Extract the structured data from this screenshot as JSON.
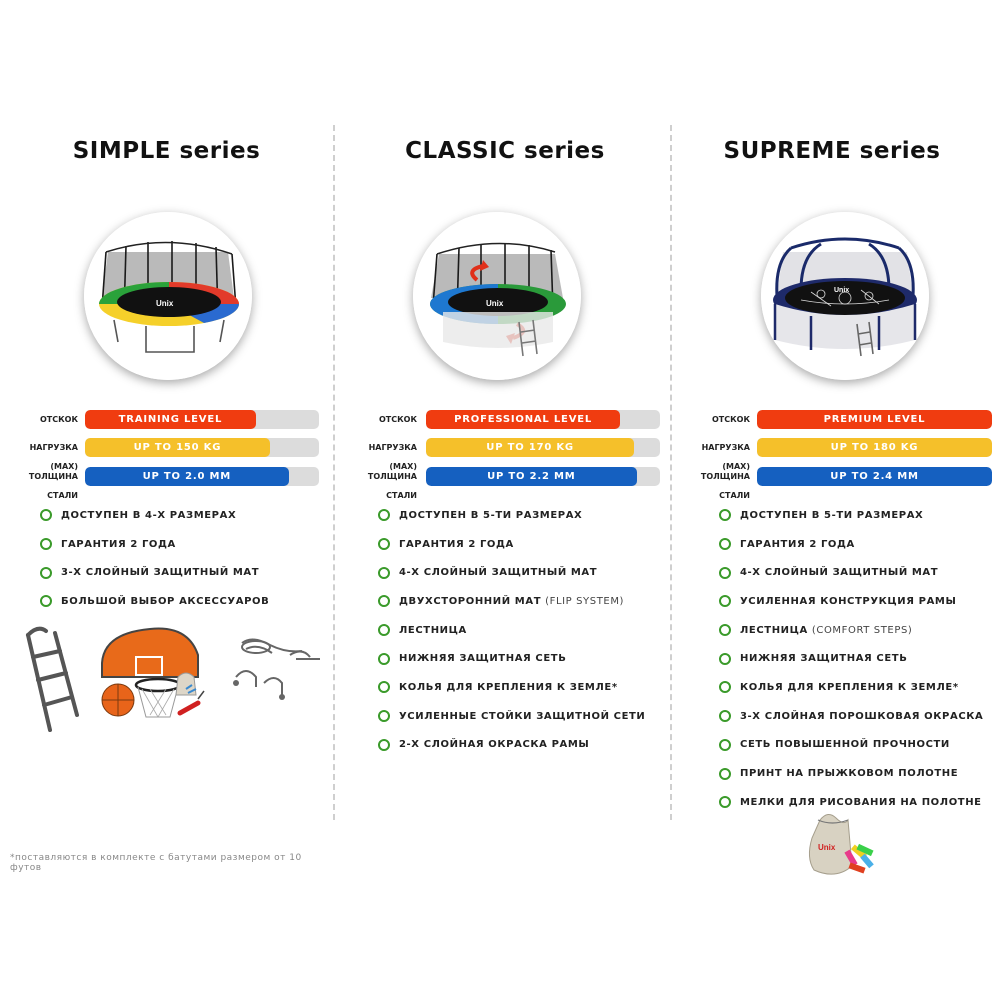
{
  "series": [
    {
      "title": "SIMPLE  series",
      "bars": [
        {
          "label": "ОТСКОК",
          "value": "TRAINING  LEVEL",
          "color": "#f03c10",
          "fill": 0.73
        },
        {
          "label": "НАГРУЗКА (MAX)",
          "value": "UP  TO  150 KG",
          "color": "#f5c02a",
          "fill": 0.79
        },
        {
          "label": "ТОЛЩИНА СТАЛИ",
          "value": "UP  TO  2.0  MM",
          "color": "#1560c0",
          "fill": 0.87
        }
      ],
      "features": [
        {
          "text": "ДОСТУПЕН  В  4-Х  РАЗМЕРАХ",
          "note": ""
        },
        {
          "text": "ГАРАНТИЯ  2  ГОДА",
          "note": ""
        },
        {
          "text": "3-Х  СЛОЙНЫЙ  ЗАЩИТНЫЙ  МАТ",
          "note": ""
        },
        {
          "text": "БОЛЬШОЙ  ВЫБОР  АКСЕССУАРОВ",
          "note": ""
        }
      ]
    },
    {
      "title": "CLASSIC  series",
      "bars": [
        {
          "label": "ОТСКОК",
          "value": "PROFESSIONAL  LEVEL",
          "color": "#f03c10",
          "fill": 0.83
        },
        {
          "label": "НАГРУЗКА (MAX)",
          "value": "UP  TO  170 KG",
          "color": "#f5c02a",
          "fill": 0.89
        },
        {
          "label": "ТОЛЩИНА СТАЛИ",
          "value": "UP  TO  2.2  MM",
          "color": "#1560c0",
          "fill": 0.9
        }
      ],
      "features": [
        {
          "text": "ДОСТУПЕН  В  5-ТИ  РАЗМЕРАХ",
          "note": ""
        },
        {
          "text": "ГАРАНТИЯ  2  ГОДА",
          "note": ""
        },
        {
          "text": "4-Х  СЛОЙНЫЙ  ЗАЩИТНЫЙ  МАТ",
          "note": ""
        },
        {
          "text": "ДВУХСТОРОННИЙ МАТ",
          "note": "(FLIP  SYSTEM)"
        },
        {
          "text": "ЛЕСТНИЦА",
          "note": ""
        },
        {
          "text": "НИЖНЯЯ  ЗАЩИТНАЯ  СЕТЬ",
          "note": ""
        },
        {
          "text": "КОЛЬЯ  ДЛЯ  КРЕПЛЕНИЯ  К  ЗЕМЛЕ*",
          "note": ""
        },
        {
          "text": "УСИЛЕННЫЕ  СТОЙКИ  ЗАЩИТНОЙ  СЕТИ",
          "note": ""
        },
        {
          "text": "2-Х СЛОЙНАЯ  ОКРАСКА  РАМЫ",
          "note": ""
        }
      ]
    },
    {
      "title": "SUPREME  series",
      "bars": [
        {
          "label": "ОТСКОК",
          "value": "PREMIUM  LEVEL",
          "color": "#f03c10",
          "fill": 1.0
        },
        {
          "label": "НАГРУЗКА (MAX)",
          "value": "UP  TO  180 KG",
          "color": "#f5c02a",
          "fill": 1.0
        },
        {
          "label": "ТОЛЩИНА СТАЛИ",
          "value": "UP  TO  2.4  MM",
          "color": "#1560c0",
          "fill": 1.0
        }
      ],
      "features": [
        {
          "text": "ДОСТУПЕН  В  5-ТИ  РАЗМЕРАХ",
          "note": ""
        },
        {
          "text": "ГАРАНТИЯ  2  ГОДА",
          "note": ""
        },
        {
          "text": "4-Х  СЛОЙНЫЙ  ЗАЩИТНЫЙ  МАТ",
          "note": ""
        },
        {
          "text": "УСИЛЕННАЯ  КОНСТРУКЦИЯ  РАМЫ",
          "note": ""
        },
        {
          "text": "ЛЕСТНИЦА",
          "note": "(COMFORT  STEPS)"
        },
        {
          "text": "НИЖНЯЯ  ЗАЩИТНАЯ  СЕТЬ",
          "note": ""
        },
        {
          "text": "КОЛЬЯ  ДЛЯ  КРЕПЛЕНИЯ  К  ЗЕМЛЕ*",
          "note": ""
        },
        {
          "text": "3-Х  СЛОЙНАЯ  ПОРОШКОВАЯ  ОКРАСКА",
          "note": ""
        },
        {
          "text": "СЕТЬ  ПОВЫШЕННОЙ  ПРОЧНОСТИ",
          "note": ""
        },
        {
          "text": "ПРИНТ  НА  ПРЫЖКОВОМ  ПОЛОТНЕ",
          "note": ""
        },
        {
          "text": "МЕЛКИ  ДЛЯ  РИСОВАНИЯ  НА  ПОЛОТНЕ",
          "note": ""
        }
      ]
    }
  ],
  "logo_text": "Unix",
  "footnote": "*поставляются  в  комплекте  с  батутами  размером  от  10  футов"
}
